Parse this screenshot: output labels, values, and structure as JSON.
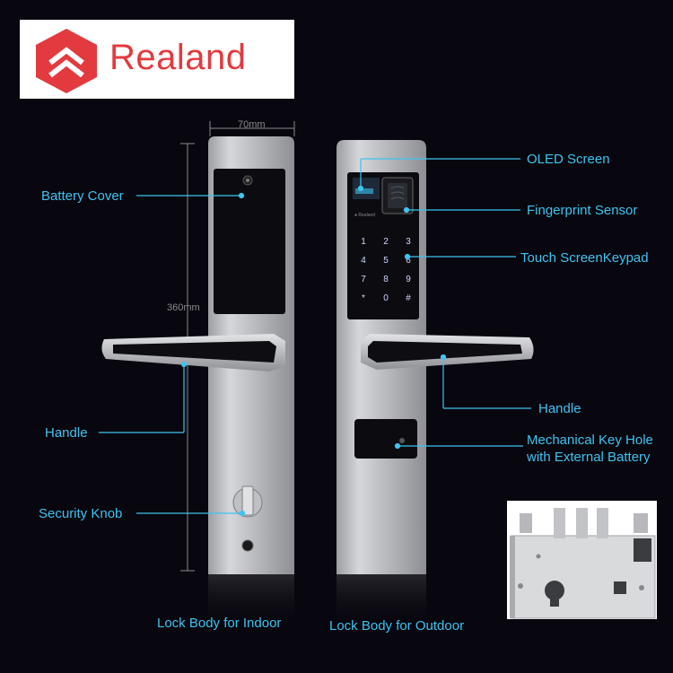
{
  "brand": {
    "name": "Realand",
    "color": "#e23a3f",
    "icon": "hexagon-chevron-logo"
  },
  "dimensions": {
    "width_label": "70mm",
    "height_label": "360mm"
  },
  "callouts": {
    "battery_cover": "Battery Cover",
    "handle_left": "Handle",
    "security_knob": "Security Knob",
    "oled_screen": "OLED Screen",
    "fingerprint_sensor": "Fingerprint Sensor",
    "touch_keypad": "Touch ScreenKeypad",
    "handle_right": "Handle",
    "key_hole_line1": "Mechanical Key Hole",
    "key_hole_line2": "with External Battery"
  },
  "keypad": [
    "1",
    "2",
    "3",
    "4",
    "5",
    "6",
    "7",
    "8",
    "9",
    "*",
    "0",
    "#"
  ],
  "captions": {
    "indoor": "Lock Body for Indoor",
    "outdoor": "Lock Body for Outdoor"
  },
  "colors": {
    "accent": "#3fc3f0",
    "background": "#08060e",
    "steel": "#c8c9cc"
  }
}
